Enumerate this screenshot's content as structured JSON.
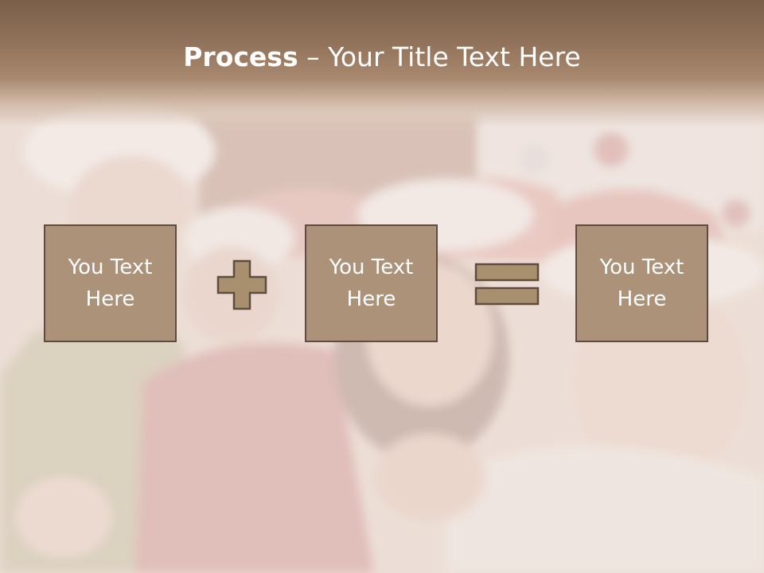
{
  "slide": {
    "title_bold": "Process",
    "title_separator": "–",
    "title_rest": "Your Title Text Here",
    "boxes": [
      {
        "text": "You Text Here"
      },
      {
        "text": "You Text Here"
      },
      {
        "text": "You Text Here"
      }
    ],
    "operators": [
      "plus",
      "equals"
    ]
  },
  "colors": {
    "title_band": "#8e6f57",
    "box_fill": "#ab9278",
    "box_border": "#5f4c3c",
    "operator_fill": "#a8906f",
    "text": "#ffffff"
  }
}
